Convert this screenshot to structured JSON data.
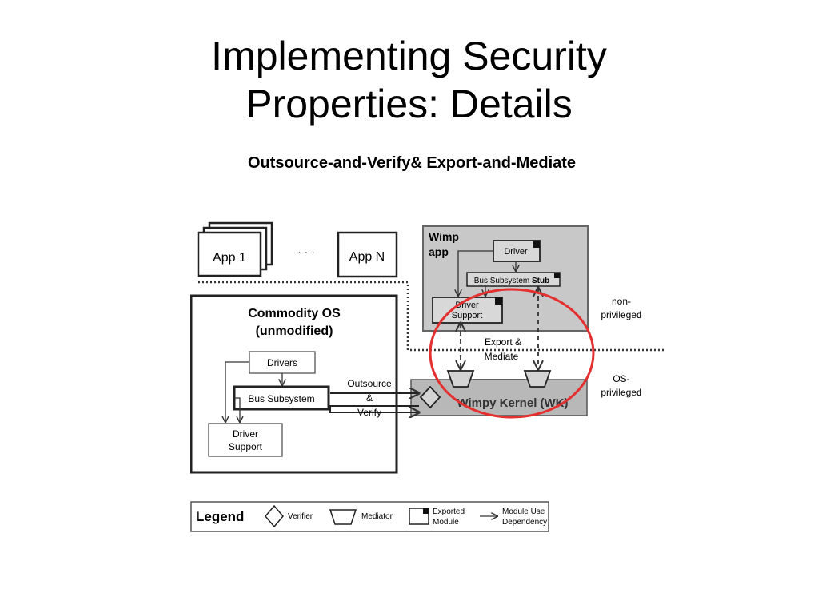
{
  "slide": {
    "title_line1": "Implementing Security",
    "title_line2": "Properties: Details",
    "subtitle": "Outsource-and-Verify& Export-and-Mediate"
  },
  "diagram": {
    "app1": "App 1",
    "ellipsis": "· · ·",
    "appn": "App N",
    "commodity_os_line1": "Commodity OS",
    "commodity_os_line2": "(unmodified)",
    "drivers": "Drivers",
    "bus_subsystem": "Bus Subsystem",
    "driver_support_line1": "Driver",
    "driver_support_line2": "Support",
    "wimp_line1": "Wimp",
    "wimp_line2": "app",
    "wimp_driver": "Driver",
    "bus_stub_prefix": "Bus Subsystem ",
    "bus_stub_bold": "Stub",
    "wimp_driver_support_line1": "Driver",
    "wimp_driver_support_line2": "Support",
    "export_line1": "Export &",
    "export_line2": "Mediate",
    "outsource_line1": "Outsource",
    "outsource_line2": "&",
    "outsource_line3": "Verify",
    "wimpy_kernel": "Wimpy Kernel (WK)",
    "non_priv_line1": "non-",
    "non_priv_line2": "privileged",
    "os_priv_line1": "OS-",
    "os_priv_line2": "privileged"
  },
  "legend": {
    "title": "Legend",
    "verifier": "Verifier",
    "mediator": "Mediator",
    "exported_line1": "Exported",
    "exported_line2": "Module",
    "module_use_line1": "Module Use",
    "module_use_line2": "Dependency"
  },
  "colors": {
    "highlight_circle": "#e53030",
    "wimp_region_fill": "#c8c8c8",
    "box_stroke": "#222222"
  }
}
